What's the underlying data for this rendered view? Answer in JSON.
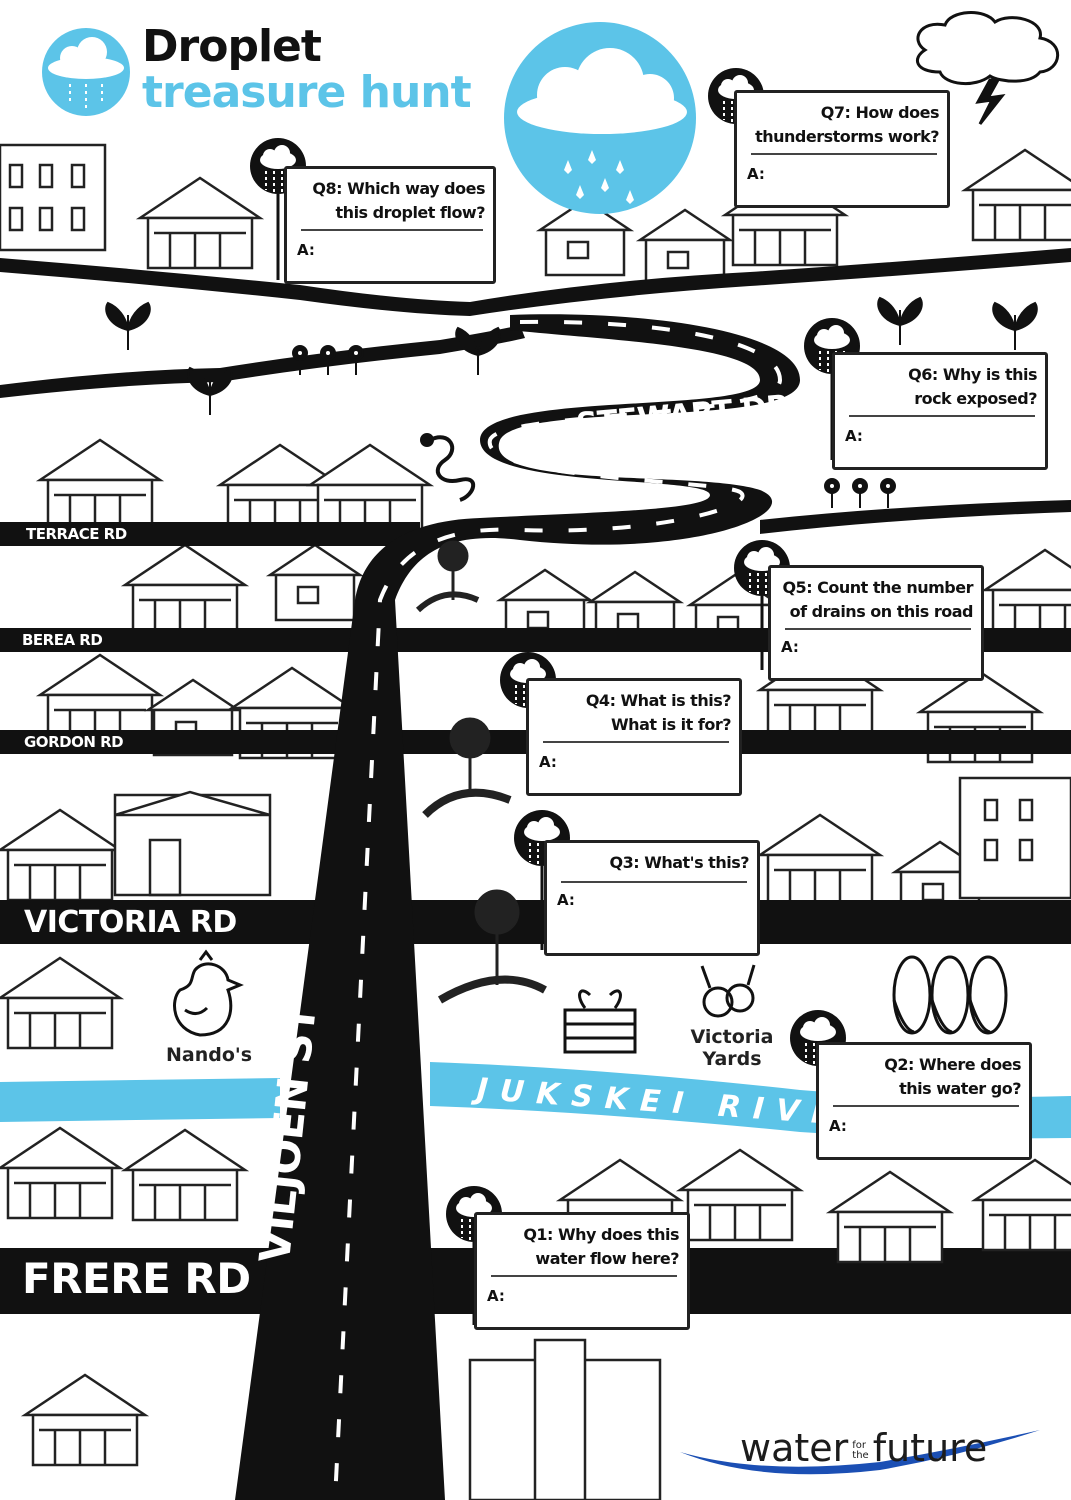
{
  "title": {
    "line1": "Droplet",
    "line2": "treasure hunt"
  },
  "colors": {
    "accent": "#5cc4e8",
    "road": "#111111",
    "river": "#5cc4e8",
    "logo_wave": "#1b4fb4"
  },
  "icons": [
    "rain-cloud-icon",
    "thunder-cloud-icon",
    "droplet-marker-icon",
    "plant-icon",
    "flower-icon",
    "snake-icon",
    "chicken-icon",
    "vegetable-icon",
    "corn-icon",
    "tree-icon"
  ],
  "streets": {
    "stewart": "STEWART DR",
    "terrace": "TERRACE RD",
    "berea": "BEREA RD",
    "gordon": "GORDON RD",
    "victoria": "VICTORIA RD",
    "frere": "FRERE RD",
    "viljoen": "VILJOEN ST"
  },
  "river": "JUKSKEI RIVER",
  "places": {
    "nandos": "Nando's",
    "victoria_yards": "Victoria Yards"
  },
  "questions": [
    {
      "id": "q1",
      "line1": "Q1: Why does this",
      "line2": "water flow here?",
      "answer_label": "A:"
    },
    {
      "id": "q2",
      "line1": "Q2: Where does",
      "line2": "this water go?",
      "answer_label": "A:"
    },
    {
      "id": "q3",
      "line1": "Q3: What's this?",
      "line2": "",
      "answer_label": "A:"
    },
    {
      "id": "q4",
      "line1": "Q4: What is this?",
      "line2": "What is it for?",
      "answer_label": "A:"
    },
    {
      "id": "q5",
      "line1": "Q5: Count the number",
      "line2": "of drains on this road",
      "answer_label": "A:"
    },
    {
      "id": "q6",
      "line1": "Q6: Why is this",
      "line2": "rock exposed?",
      "answer_label": "A:"
    },
    {
      "id": "q7",
      "line1": "Q7: How does",
      "line2": "thunderstorms work?",
      "answer_label": "A:"
    },
    {
      "id": "q8",
      "line1": "Q8: Which way does",
      "line2": "this droplet flow?",
      "answer_label": "A:"
    }
  ],
  "logo": {
    "word1": "water",
    "small1": "for",
    "small2": "the",
    "word2": "future"
  }
}
